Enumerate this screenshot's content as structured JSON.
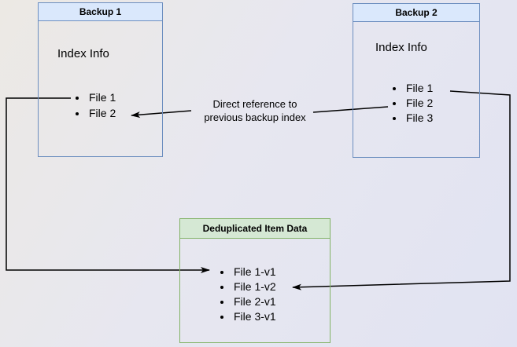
{
  "backup1": {
    "title": "Backup 1",
    "subtitle": "Index Info",
    "items": [
      "File 1",
      "File 2"
    ]
  },
  "backup2": {
    "title": "Backup 2",
    "subtitle": "Index Info",
    "items": [
      "File 1",
      "File 2",
      "File 3"
    ]
  },
  "dedup": {
    "title": "Deduplicated Item Data",
    "items": [
      "File 1-v1",
      "File 1-v2",
      "File 2-v1",
      "File 3-v1"
    ]
  },
  "annotation": {
    "line1": "Direct reference to",
    "line2": "previous backup index"
  },
  "colors": {
    "blue_fill": "#dae8fc",
    "blue_border": "#6c8ebf",
    "green_fill": "#d5e8d4",
    "green_border": "#82b366",
    "arrow": "#000000",
    "background_start": "#ece9e4",
    "background_end": "#e1e3f2"
  }
}
